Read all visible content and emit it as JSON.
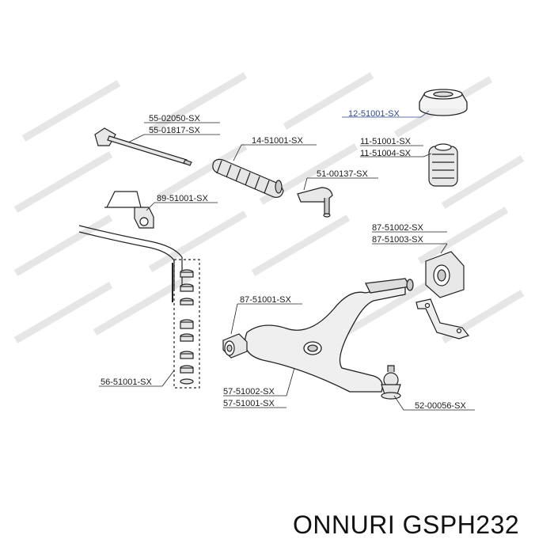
{
  "parts": [
    {
      "id": "p1",
      "code": "55-02050-SX"
    },
    {
      "id": "p2",
      "code": "55-01817-SX"
    },
    {
      "id": "p3",
      "code": "12-51001-SX",
      "highlight": true
    },
    {
      "id": "p4",
      "code": "14-51001-SX"
    },
    {
      "id": "p5",
      "code": "11-51001-SX"
    },
    {
      "id": "p6",
      "code": "11-51004-SX"
    },
    {
      "id": "p7",
      "code": "89-51001-SX"
    },
    {
      "id": "p8",
      "code": "51-00137-SX"
    },
    {
      "id": "p9",
      "code": "87-51002-SX"
    },
    {
      "id": "p10",
      "code": "87-51003-SX"
    },
    {
      "id": "p11",
      "code": "87-51001-SX"
    },
    {
      "id": "p12",
      "code": "56-51001-SX"
    },
    {
      "id": "p13",
      "code": "57-51002-SX"
    },
    {
      "id": "p14",
      "code": "57-51001-SX"
    },
    {
      "id": "p15",
      "code": "52-00056-SX"
    }
  ],
  "caption": "ONNURI GSPH232",
  "colors": {
    "highlight": "#2e4a8c",
    "line": "#1a1a1a",
    "part_fill": "#e9e9e9",
    "watermark": "#e2e2e2"
  },
  "watermark_icon": "stellox-logo-icon"
}
